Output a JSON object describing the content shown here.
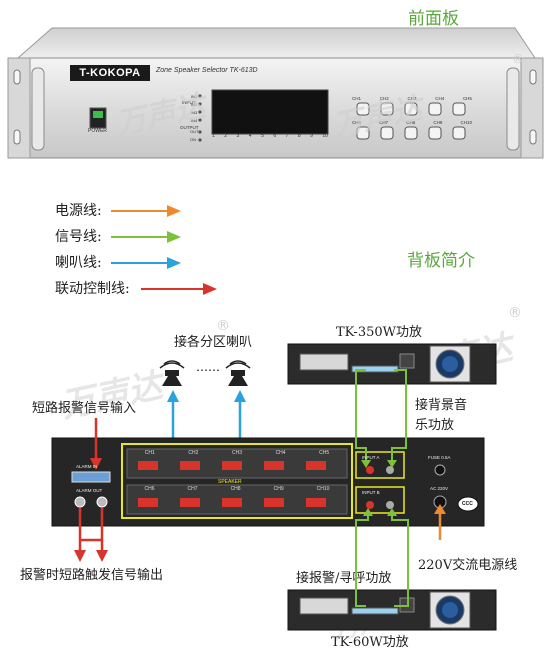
{
  "front": {
    "title": "前面板",
    "brand": "T-KOKOPA",
    "model": "Zone Speaker Selector TK-613D",
    "power_label": "POWER",
    "input_label": "INPUT",
    "output_label": "OUTPUT",
    "input_rows": [
      "IN1",
      "IN2",
      "IN3",
      "IN4"
    ],
    "output_rows": [
      "OUT",
      "ON"
    ],
    "channel_numbers": [
      "1",
      "2",
      "3",
      "4",
      "5",
      "6",
      "7",
      "8",
      "9",
      "10"
    ],
    "buttons_top": [
      "CH1",
      "CH2",
      "CH3",
      "CH4",
      "CH5"
    ],
    "buttons_bottom": [
      "CH6",
      "CH7",
      "CH8",
      "CH9",
      "CH10"
    ]
  },
  "legend": {
    "items": [
      {
        "label": "电源线:",
        "color": "#ee8a2e"
      },
      {
        "label": "信号线:",
        "color": "#7dc13a"
      },
      {
        "label": "喇叭线:",
        "color": "#2aa3dd"
      },
      {
        "label": "联动控制线:",
        "color": "#d9342b"
      }
    ]
  },
  "back": {
    "title": "背板简介",
    "amp_top": "TK-350W功放",
    "amp_bottom": "TK-60W功放",
    "speakers_label": "接各分区喇叭",
    "dots": "……",
    "short_alarm_in": "短路报警信号输入",
    "alarm_out": "报警时短路触发信号输出",
    "bg_music": [
      "接背景音",
      "乐功放"
    ],
    "alarm_amp": "接报警/寻呼功放",
    "power_line": "220V交流电源线",
    "alarm_in_port": "ALARM IN",
    "alarm_out_port": "ALARM OUT",
    "speaker_label": "SPEAKER",
    "channels_top": [
      "CH1",
      "CH2",
      "CH3",
      "CH4",
      "CH5"
    ],
    "channels_bottom": [
      "CH6",
      "CH7",
      "CH8",
      "CH9",
      "CH10"
    ],
    "input_a": "INPUT A",
    "input_b": "INPUT B",
    "fuse": "FUSE 0.5A",
    "ac": "AC 220V",
    "ccc": "CCC"
  },
  "watermark": {
    "text": "万声达",
    "reg": "®"
  }
}
